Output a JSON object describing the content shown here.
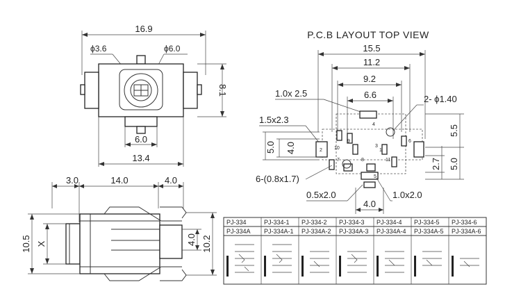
{
  "top_view": {
    "width_overall": "16.9",
    "hole_small": "ϕ3.6",
    "hole_large": "ϕ6.0",
    "height": "8.1",
    "tab_width": "6.0",
    "base_width": "13.4"
  },
  "pcb_layout": {
    "title": "P.C.B LAYOUT  TOP VIEW",
    "dims": {
      "w155": "15.5",
      "w112": "11.2",
      "w92": "9.2",
      "w66": "6.6",
      "pad_10x25": "1.0x 2.5",
      "holes_140": "2- ϕ1.40",
      "pad_15x23": "1.5x2.3",
      "v50_left": "5.0",
      "v40_left": "4.0",
      "v55_right": "5.5",
      "v27_right": "2.7",
      "v50_right": "5.0",
      "pad_08x17": "6-(0.8x1.7)",
      "pad_05x20": "0.5x2.0",
      "pad_10x20": "1.0x2.0",
      "w40_bottom": "4.0"
    },
    "pins": [
      "4",
      "2",
      "10",
      "9",
      "3",
      "6",
      "7",
      "8",
      "11",
      "1",
      "5"
    ]
  },
  "side_view": {
    "d30": "3.0",
    "d140": "14.0",
    "d40_top": "4.0",
    "h105": "10.5",
    "x_label": "X",
    "h40": "4.0",
    "h102": "10.2"
  },
  "table": {
    "row1": [
      "PJ-334",
      "PJ-334-1",
      "PJ-334-2",
      "PJ-334-3",
      "PJ-334-4",
      "PJ-334-5",
      "PJ-334-6"
    ],
    "row2": [
      "PJ-334A",
      "PJ-334A-1",
      "PJ-334A-2",
      "PJ-334A-3",
      "PJ-334A-4",
      "PJ-334A-5",
      "PJ-334A-6"
    ]
  }
}
